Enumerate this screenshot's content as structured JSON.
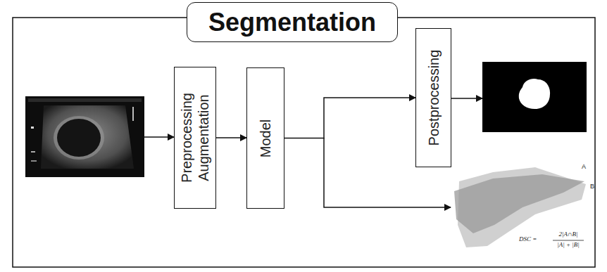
{
  "diagram": {
    "title": "Segmentation",
    "nodes": [
      {
        "text": [
          "Preprocessing Augmentation"
        ]
      },
      {
        "text": [
          "Model"
        ]
      },
      {
        "text": [
          "Postprocessing"
        ]
      }
    ],
    "edges": [
      {
        "from": 0,
        "to": 1,
        "arrow": "to"
      },
      {
        "from": 1,
        "to": 2,
        "arrow": "to"
      }
    ],
    "labels": [
      "A",
      "B",
      "DSC =",
      "2|A∩B|",
      "|A| + |B|"
    ]
  }
}
